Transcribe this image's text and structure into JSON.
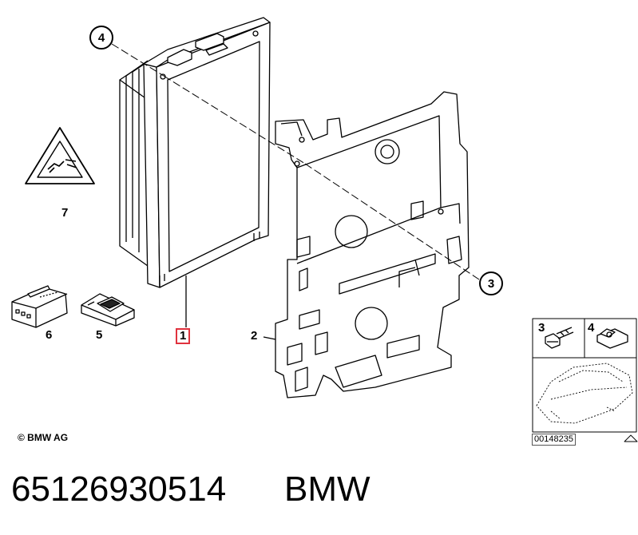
{
  "callouts": {
    "c1": "1",
    "c2": "2",
    "c3": "3",
    "c4": "4",
    "c5": "5",
    "c6": "6",
    "c7": "7"
  },
  "legend": {
    "item3": "3",
    "item4": "4",
    "ref_code": "00148235"
  },
  "copyright": "© BMW AG",
  "footer": {
    "part_number": "65126930514",
    "brand": "BMW"
  },
  "colors": {
    "highlight": "#e0323e",
    "line": "#000000"
  }
}
